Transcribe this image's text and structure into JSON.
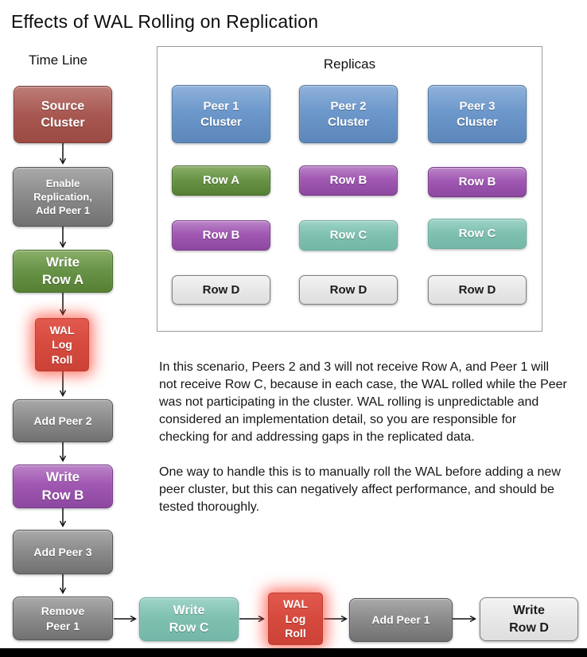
{
  "title": "Effects of WAL Rolling on Replication",
  "timeline": {
    "label": "Time Line",
    "steps": [
      {
        "id": "source-cluster",
        "label": "Source\nCluster",
        "color": "red"
      },
      {
        "id": "enable-replication",
        "label": "Enable\nReplication,\nAdd Peer 1",
        "color": "gray"
      },
      {
        "id": "write-row-a",
        "label": "Write\nRow A",
        "color": "green"
      },
      {
        "id": "wal-log-roll-1",
        "label": "WAL\nLog\nRoll",
        "color": "walred"
      },
      {
        "id": "add-peer-2",
        "label": "Add Peer 2",
        "color": "gray"
      },
      {
        "id": "write-row-b",
        "label": "Write\nRow B",
        "color": "purple"
      },
      {
        "id": "add-peer-3",
        "label": "Add Peer 3",
        "color": "gray"
      },
      {
        "id": "remove-peer-1",
        "label": "Remove\nPeer 1",
        "color": "gray"
      }
    ],
    "bottom_steps": [
      {
        "id": "write-row-c",
        "label": "Write\nRow C",
        "color": "teal"
      },
      {
        "id": "wal-log-roll-2",
        "label": "WAL\nLog\nRoll",
        "color": "walred"
      },
      {
        "id": "add-peer-1",
        "label": "Add Peer 1",
        "color": "gray"
      },
      {
        "id": "write-row-d",
        "label": "Write\nRow D",
        "color": "light"
      }
    ]
  },
  "replicas": {
    "title": "Replicas",
    "columns": [
      {
        "header": "Peer 1\nCluster",
        "cells": [
          {
            "label": "Row A",
            "color": "green"
          },
          {
            "label": "Row B",
            "color": "purple"
          },
          {
            "label": "Row D",
            "color": "light"
          }
        ]
      },
      {
        "header": "Peer 2\nCluster",
        "cells": [
          {
            "label": "Row B",
            "color": "purple"
          },
          {
            "label": "Row C",
            "color": "teal"
          },
          {
            "label": "Row D",
            "color": "light"
          }
        ]
      },
      {
        "header": "Peer 3\nCluster",
        "cells": [
          {
            "label": "Row B",
            "color": "purple"
          },
          {
            "label": "Row C",
            "color": "teal"
          },
          {
            "label": "Row D",
            "color": "light"
          }
        ]
      }
    ]
  },
  "description": {
    "paragraph1": "In this scenario, Peers 2 and 3 will not receive Row A, and Peer 1 will not receive Row C, because in each case, the WAL rolled while the Peer was not participating in the cluster. WAL rolling is unpredictable and considered an implementation detail, so you are responsible for checking for and addressing gaps in the replicated data.",
    "paragraph2": "One way to handle this is to manually roll the WAL before adding a new peer cluster, but this can negatively affect performance, and should be tested thoroughly."
  },
  "colors": {
    "source_red": "#9c4a44",
    "action_gray": "#717171",
    "row_a_green": "#567f33",
    "wal_roll_red": "#d64a3e",
    "row_b_purple": "#8d48a0",
    "row_c_teal": "#72b7a7",
    "row_d_light": "#e7e7e7",
    "peer_blue": "#5d87bb"
  }
}
